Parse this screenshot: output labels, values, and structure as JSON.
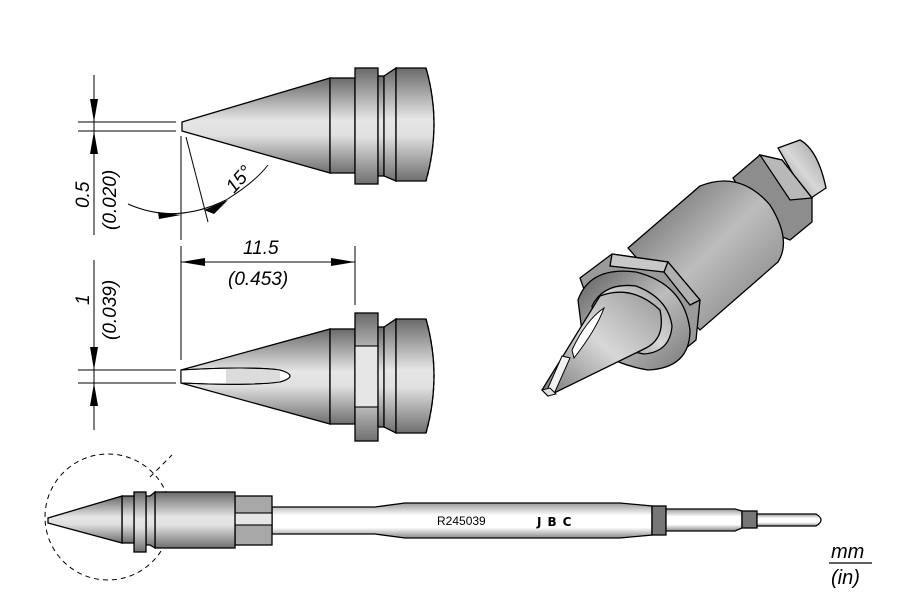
{
  "drawing": {
    "subject": "soldering cartridge tip",
    "part_number": "R245039",
    "brand": "JBC",
    "units": {
      "primary": "mm",
      "secondary": "(in)"
    },
    "views": {
      "top_side_view": {
        "tip_width_mm": "0.5",
        "tip_width_in": "(0.020)",
        "angle": "15°"
      },
      "middle_side_view": {
        "tip_thickness_mm": "1",
        "tip_thickness_in": "(0.039)",
        "length_mm": "11.5",
        "length_in": "(0.453)"
      },
      "isometric_view": {
        "label": ""
      },
      "full_cartridge_view": {
        "part_number": "R245039",
        "brand": "JBC"
      }
    },
    "colors": {
      "metal_dark": "#6a6a6a",
      "metal_mid": "#a8a8a8",
      "metal_light": "#e8e8e8",
      "band_dark": "#777777",
      "outline": "#000000"
    }
  }
}
